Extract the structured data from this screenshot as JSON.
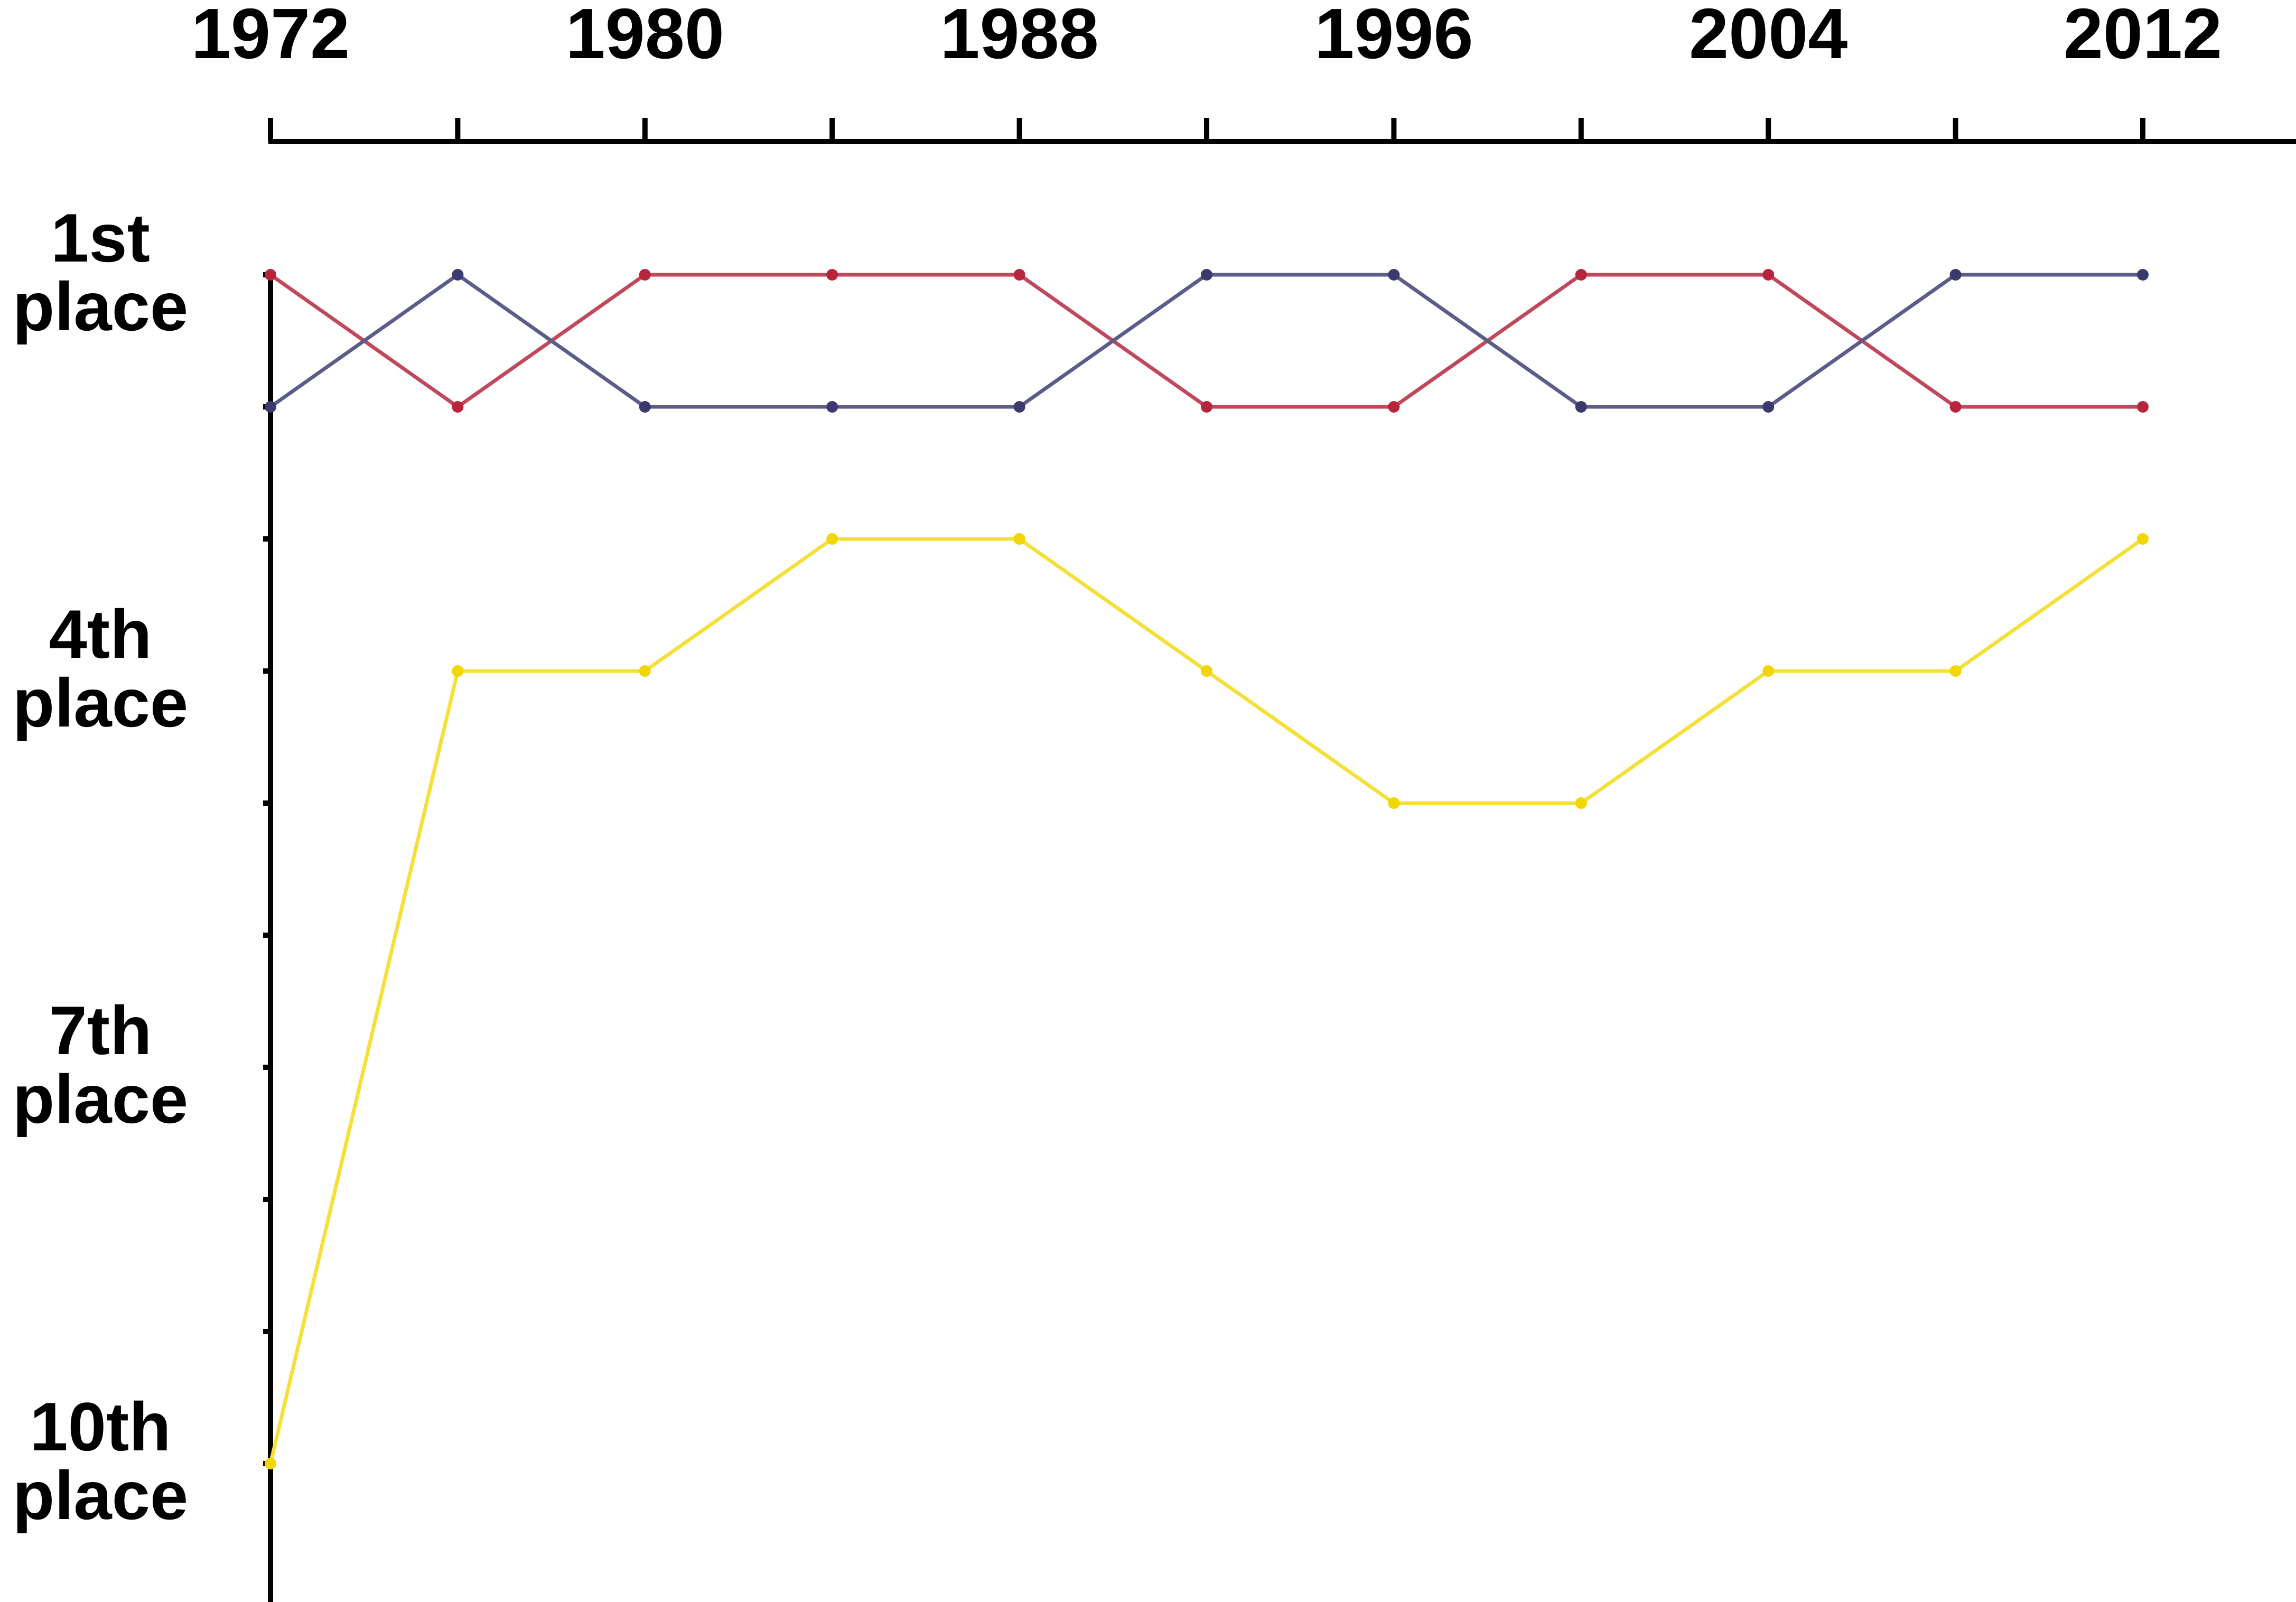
{
  "chart_data": {
    "type": "line",
    "x": [
      1972,
      1976,
      1980,
      1984,
      1988,
      1992,
      1996,
      2000,
      2004,
      2008,
      2012
    ],
    "xlim": [
      1972,
      2015
    ],
    "x_ticks_minor": [
      1972,
      1976,
      1980,
      1984,
      1988,
      1992,
      1996,
      2000,
      2004,
      2008,
      2012
    ],
    "x_tick_labels": [
      {
        "value": 1972,
        "label": "1972"
      },
      {
        "value": 1980,
        "label": "1980"
      },
      {
        "value": 1988,
        "label": "1988"
      },
      {
        "value": 1996,
        "label": "1996"
      },
      {
        "value": 2004,
        "label": "2004"
      },
      {
        "value": 2012,
        "label": "2012"
      }
    ],
    "x_axis_position": "top",
    "ylim": [
      1,
      11
    ],
    "y_inverted": true,
    "y_ticks_minor": [
      1,
      2,
      3,
      4,
      5,
      6,
      7,
      8,
      9,
      10
    ],
    "y_tick_labels": [
      {
        "value": 1,
        "line1": "1st",
        "line2": "place"
      },
      {
        "value": 4,
        "line1": "4th",
        "line2": "place"
      },
      {
        "value": 7,
        "line1": "7th",
        "line2": "place"
      },
      {
        "value": 10,
        "line1": "10th",
        "line2": "place"
      }
    ],
    "title": "",
    "xlabel": "",
    "ylabel": "",
    "grid": false,
    "legend": "none",
    "series": [
      {
        "color": "#c0485a",
        "point_color": "#b8243c",
        "values": [
          1,
          2,
          1,
          1,
          1,
          2,
          2,
          1,
          1,
          2,
          2
        ]
      },
      {
        "color": "#5c5c8a",
        "point_color": "#3a3a6e",
        "values": [
          2,
          1,
          2,
          2,
          2,
          1,
          1,
          2,
          2,
          1,
          1
        ]
      },
      {
        "color": "#f5e03a",
        "point_color": "#f2d600",
        "values": [
          10,
          4,
          4,
          3,
          3,
          4,
          5,
          5,
          4,
          4,
          3
        ]
      }
    ]
  }
}
